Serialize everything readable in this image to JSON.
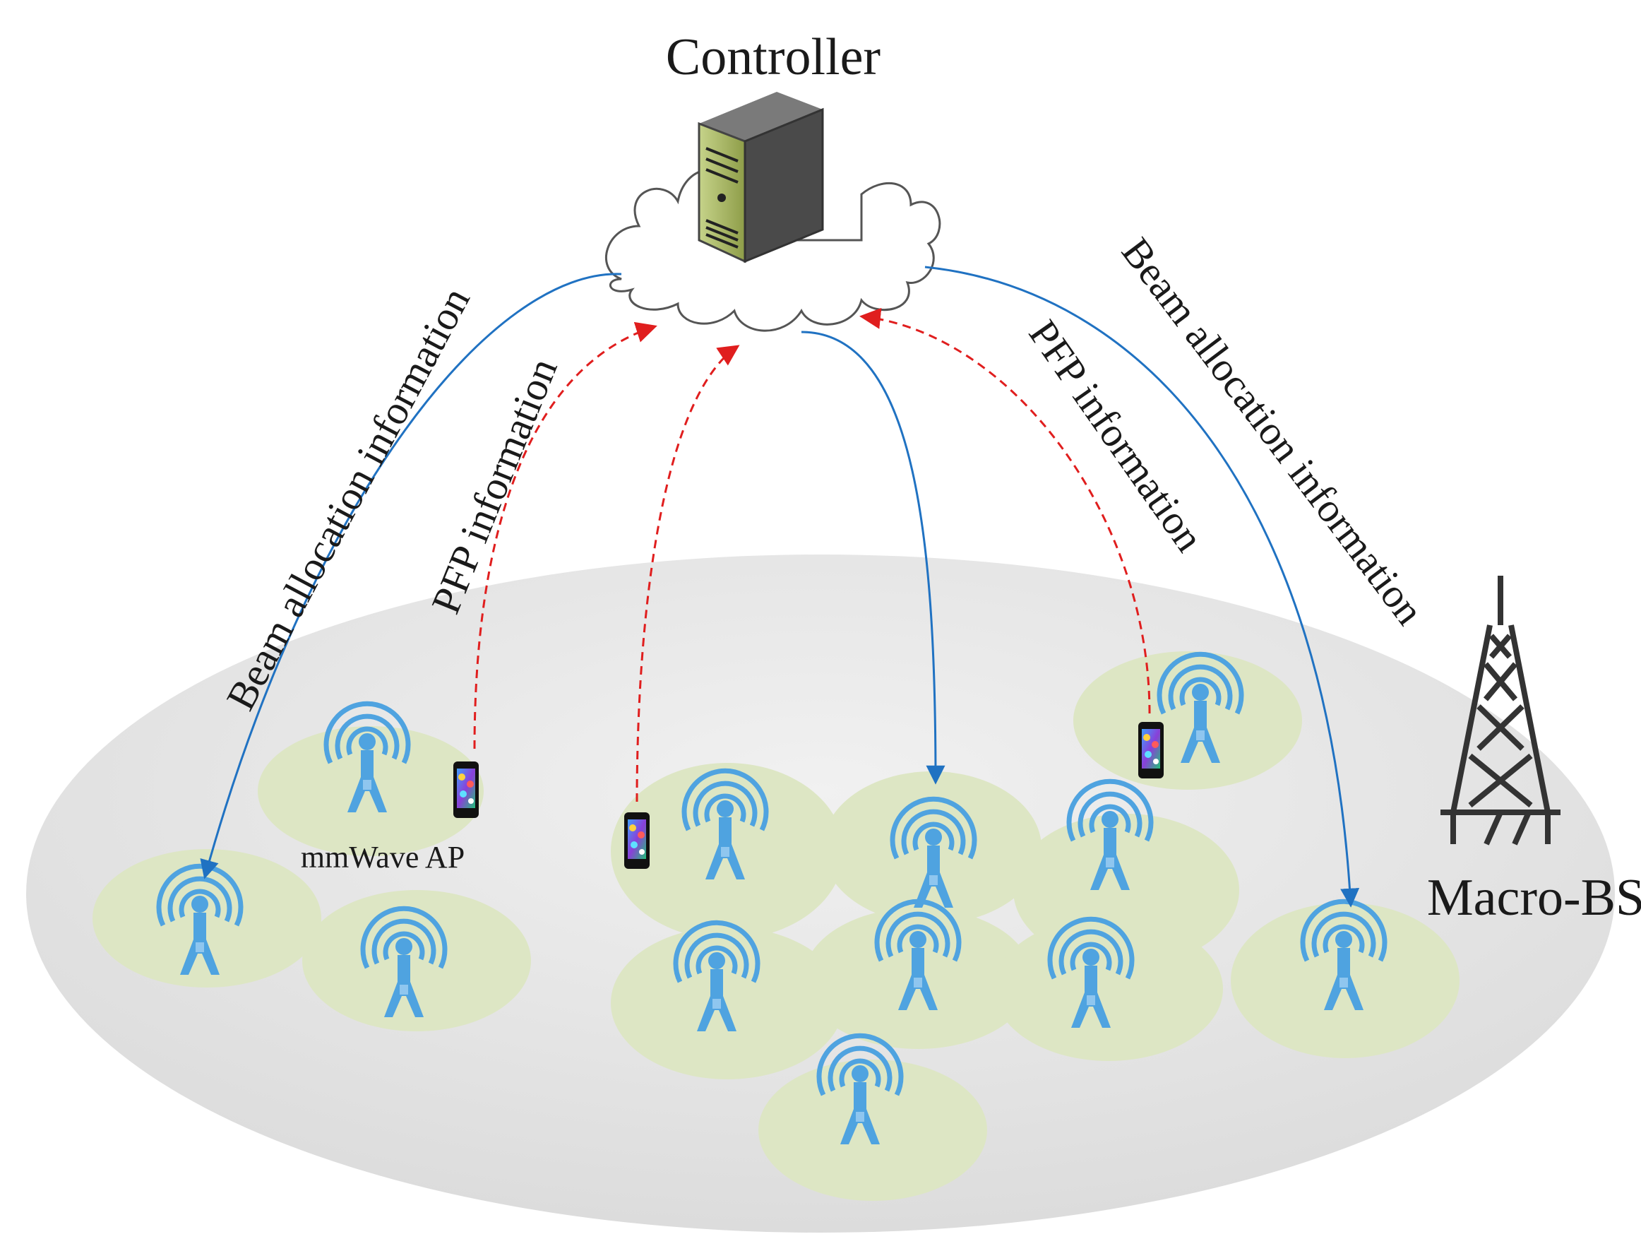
{
  "labels": {
    "controller": "Controller",
    "macro_bs": "Macro-BS",
    "mmwave_ap": "mmWave AP",
    "beam_left": "Beam allocation information",
    "beam_right": "Beam allocation information",
    "pfp_left": "PFP information",
    "pfp_right": "PFP information"
  },
  "colors": {
    "ground": "#e4e4e4",
    "cell": "#dde6c4",
    "antenna": "#4fa3e0",
    "beam_arrow": "#2072c2",
    "pfp_arrow": "#e01e1e",
    "server": "#9fae5a",
    "tower": "#333333"
  },
  "icons": [
    "server-icon",
    "cloud-icon",
    "antenna-icon",
    "phone-icon",
    "tower-icon"
  ]
}
